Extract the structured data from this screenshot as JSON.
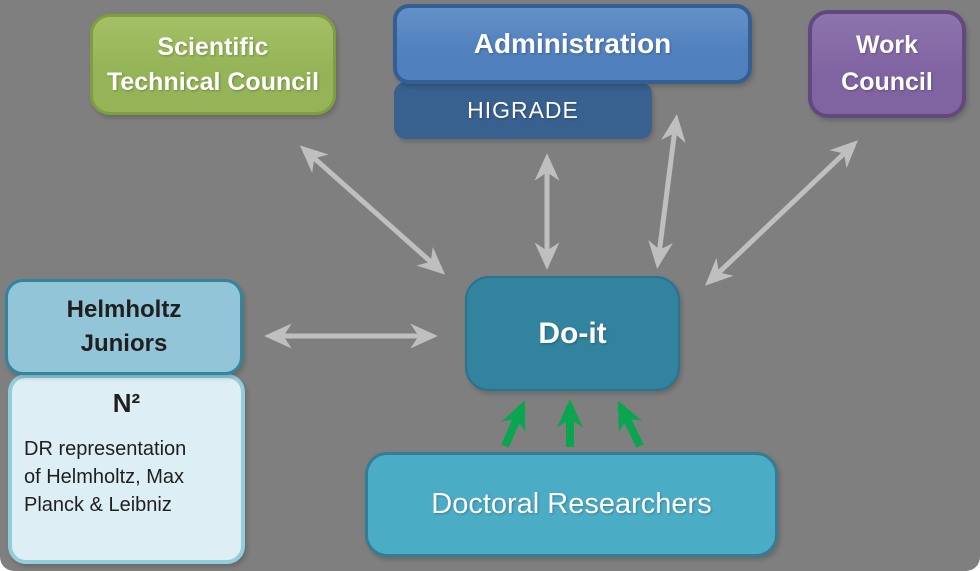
{
  "page": {
    "background": "#7f7f7f"
  },
  "boxes": {
    "scientific_technical_council": {
      "label": "Scientific\nTechnical Council"
    },
    "administration": {
      "label": "Administration"
    },
    "higrade": {
      "label": "HIGRADE"
    },
    "work_council": {
      "label": "Work\nCouncil"
    },
    "helmholtz_juniors": {
      "label": "Helmholtz\nJuniors"
    },
    "n2": {
      "title": "N²",
      "description": "DR representation\nof Helmholtz, Max\nPlanck & Leibniz"
    },
    "do_it": {
      "label": "Do-it"
    },
    "doctoral_researchers": {
      "label": "Doctoral Researchers"
    }
  },
  "connections": [
    {
      "from": "scientific_technical_council",
      "to": "do_it",
      "style": "gray-double-headed"
    },
    {
      "from": "higrade",
      "to": "do_it",
      "style": "gray-double-headed"
    },
    {
      "from": "administration",
      "to": "do_it",
      "style": "gray-double-headed"
    },
    {
      "from": "work_council",
      "to": "do_it",
      "style": "gray-double-headed"
    },
    {
      "from": "helmholtz_juniors",
      "to": "do_it",
      "style": "gray-double-headed"
    },
    {
      "from": "doctoral_researchers",
      "to": "do_it",
      "style": "green-up-arrows",
      "count": 3
    }
  ],
  "colors": {
    "bg": "#7f7f7f",
    "stc-fill": "#95b457",
    "stc-border": "#7f9f3f",
    "admin-fill": "#5081be",
    "admin-border": "#365f91",
    "higrade-fill": "#38618f",
    "work-fill": "#8064a2",
    "work-border": "#5f4a7d",
    "hj-fill": "#92c5d8",
    "hj-border": "#31859c",
    "n2-fill": "#ddeef5",
    "n2-border": "#92cddc",
    "doit-fill": "#31839e",
    "doit-border": "#2a7390",
    "dr-fill": "#4bacc6",
    "dr-border": "#357d93",
    "arrow-gray": "#bfbfbf",
    "arrow-green": "#0aa54f",
    "dark-text": "#1f1f1f"
  }
}
